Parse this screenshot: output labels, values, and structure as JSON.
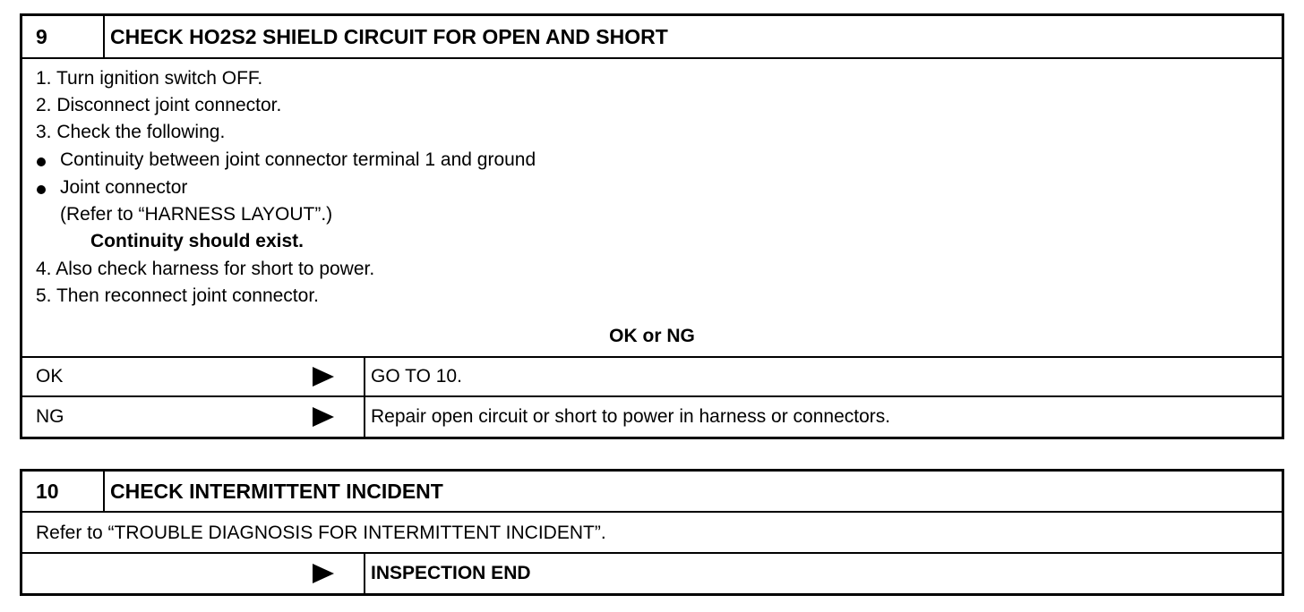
{
  "step9": {
    "number": "9",
    "title": "CHECK HO2S2 SHIELD CIRCUIT FOR OPEN AND SHORT",
    "lines": [
      "1.  Turn ignition switch OFF.",
      "2.  Disconnect joint connector.",
      "3.  Check the following.",
      "Continuity between joint connector terminal 1 and ground",
      "Joint connector",
      "(Refer to “HARNESS LAYOUT”.)",
      "Continuity should exist.",
      "4.  Also check harness for short to power.",
      "5.  Then reconnect joint connector."
    ],
    "result_heading": "OK or NG",
    "results": [
      {
        "label": "OK",
        "action": "GO TO 10."
      },
      {
        "label": "NG",
        "action": "Repair open circuit or short to power in harness or connectors."
      }
    ]
  },
  "step10": {
    "number": "10",
    "title": "CHECK INTERMITTENT INCIDENT",
    "text": "Refer to “TROUBLE DIAGNOSIS FOR INTERMITTENT INCIDENT”.",
    "action": "INSPECTION END"
  },
  "icons": {
    "arrow": "right-triangle-arrow-icon"
  }
}
